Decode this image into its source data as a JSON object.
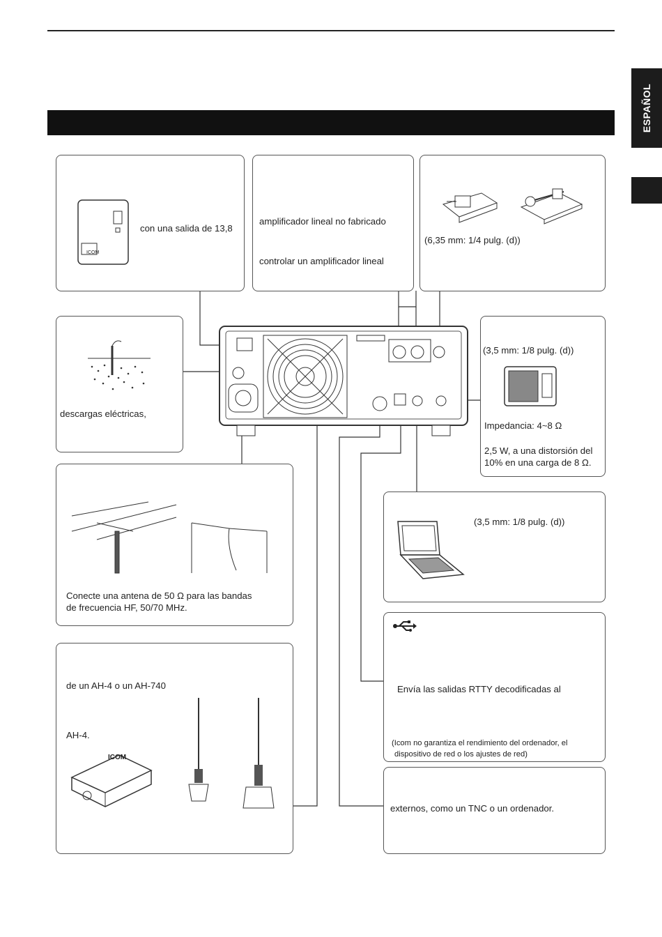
{
  "sidebar": {
    "language_tab": "ESPAÑOL"
  },
  "power_supply": {
    "text": "con una salida de 13,8",
    "logo": "ICOM"
  },
  "linear_amp": {
    "line1": "amplificador lineal no fabricado",
    "line2": "controlar un amplificador lineal"
  },
  "cw_key": {
    "text": "(6,35 mm: 1/4 pulg. (d))"
  },
  "ground": {
    "text": "descargas eléctricas,"
  },
  "ext_speaker": {
    "plug": "(3,5 mm: 1/8 pulg. (d))",
    "impedance": "Impedancia: 4~8 Ω",
    "output_line1": "2,5 W, a una distorsión del",
    "output_line2": "10% en una carga de 8 Ω."
  },
  "antenna": {
    "line1": "Conecte una antena de 50 Ω para las bandas",
    "line2": "de frecuencia HF, 50/70 MHz."
  },
  "tuner": {
    "line1": "de un AH-4 o un AH-740",
    "line2": "AH-4.",
    "logo": "ICOM"
  },
  "computer": {
    "text": "(3,5 mm: 1/8 pulg. (d))"
  },
  "usb": {
    "text": "Envía las salidas RTTY decodificadas al",
    "note_line1": "(Icom no garantiza el rendimiento del ordenador, el",
    "note_line2": "dispositivo de red o los ajustes de red)"
  },
  "acc": {
    "text": "externos, como un TNC o un ordenador."
  }
}
